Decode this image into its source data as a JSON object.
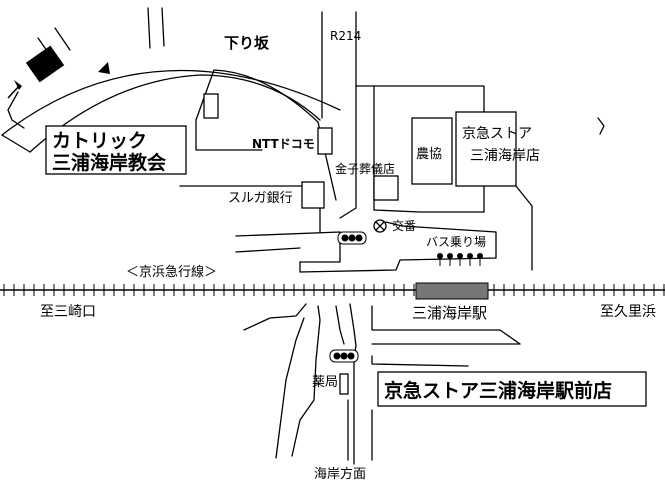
{
  "map": {
    "route_label": "R214",
    "slope_label": "下り坂",
    "church": {
      "line1": "カトリック",
      "line2": "三浦海岸教会"
    },
    "ntt_label": "NTTドコモ",
    "funeral_label": "金子葬儀店",
    "nokyo_label": "農協",
    "store_top": {
      "line1": "京急ストア",
      "line2": "三浦海岸店"
    },
    "suruga_label": "スルガ銀行",
    "police_label": "交番",
    "bus_label": "バス乗り場",
    "railway_label": "＜京浜急行線＞",
    "west_dest": "至三崎口",
    "east_dest": "至久里浜",
    "station_label": "三浦海岸駅",
    "pharmacy_label": "薬局",
    "target_label": "京急ストア三浦海岸駅前店",
    "beach_label": "海岸方面",
    "icons": [
      "traffic-light-icon",
      "traffic-light-icon",
      "police-box-icon",
      "bus-stop-icon",
      "arrow-icon"
    ]
  }
}
